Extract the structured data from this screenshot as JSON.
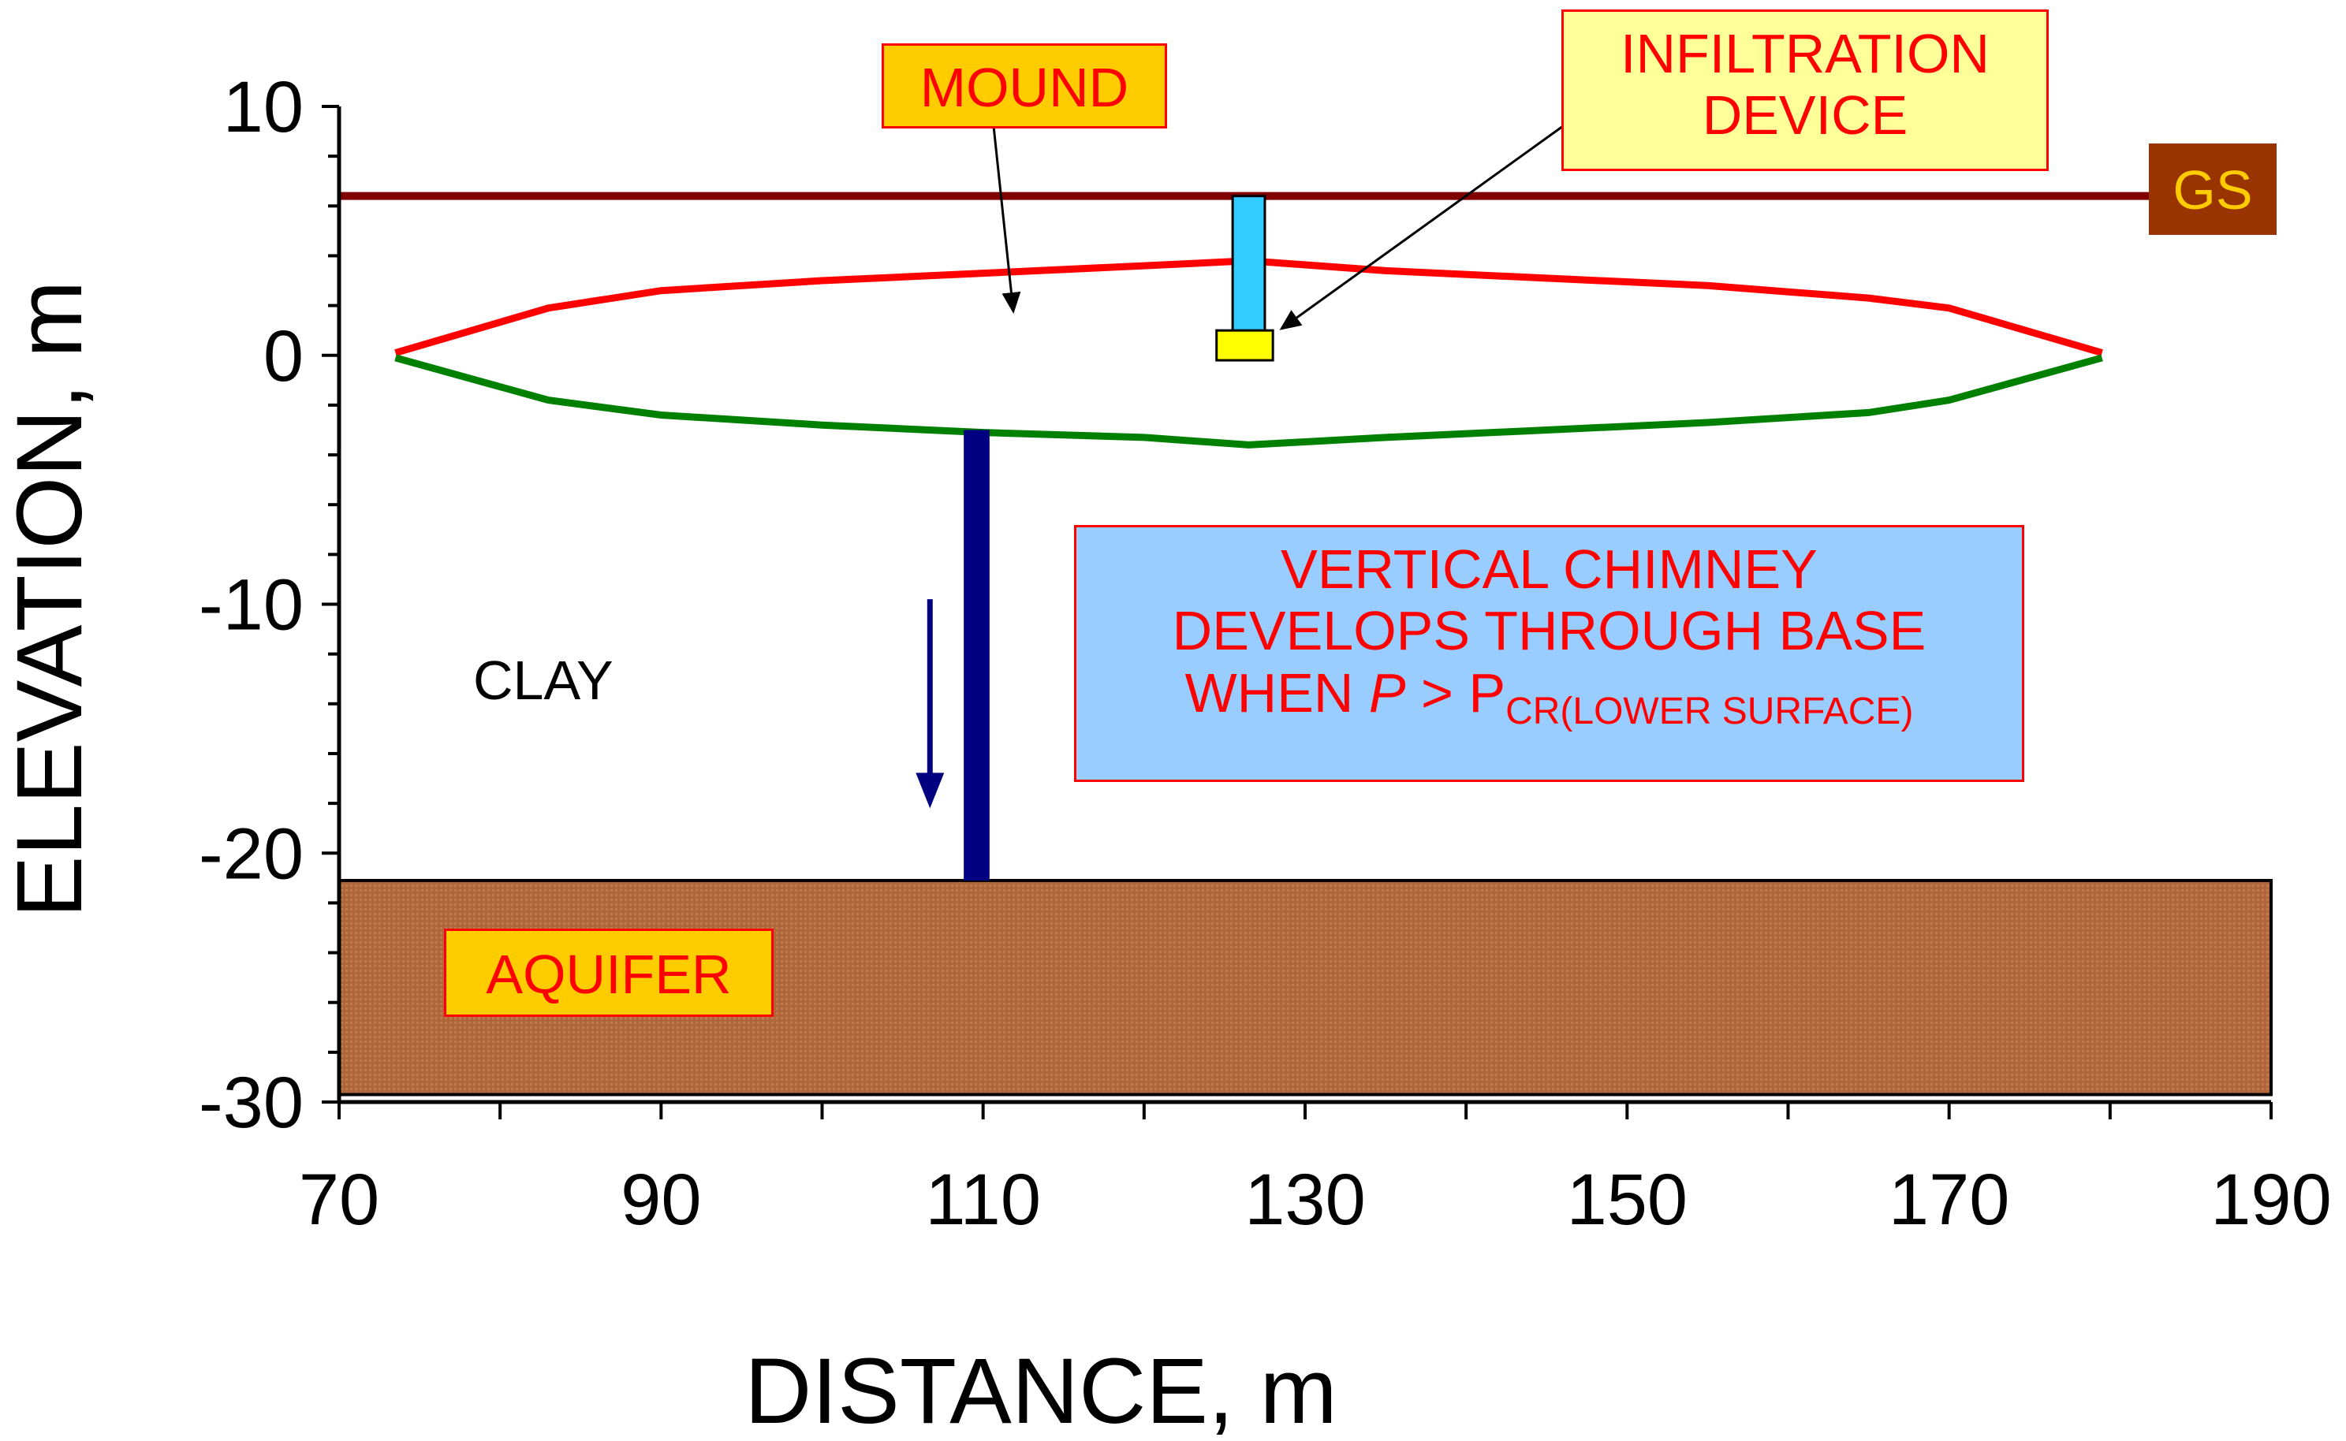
{
  "chart_data": {
    "type": "line",
    "xlabel": "DISTANCE, m",
    "ylabel": "ELEVATION, m",
    "xlim": [
      70,
      190
    ],
    "ylim": [
      -30,
      10
    ],
    "x_ticks": [
      "70",
      "90",
      "110",
      "130",
      "150",
      "170",
      "190"
    ],
    "y_ticks": [
      "10",
      "0",
      "-10",
      "-20",
      "-30"
    ],
    "series": [
      {
        "color": "#ff0000",
        "x": [
          73.5,
          83,
          90,
          100,
          110,
          120,
          126.5,
          135,
          145,
          155,
          165,
          170,
          179.5
        ],
        "y": [
          0.1,
          1.9,
          2.6,
          3.0,
          3.3,
          3.6,
          3.8,
          3.4,
          3.1,
          2.8,
          2.3,
          1.9,
          0.1
        ]
      },
      {
        "color": "#008000",
        "x": [
          73.5,
          83,
          90,
          100,
          110,
          120,
          126.5,
          135,
          145,
          155,
          165,
          170,
          179.5
        ],
        "y": [
          -0.1,
          -1.8,
          -2.4,
          -2.8,
          -3.1,
          -3.3,
          -3.6,
          -3.3,
          -3.0,
          -2.7,
          -2.3,
          -1.8,
          -0.1
        ]
      }
    ],
    "features": {
      "ground_surface": {
        "y": 6.4,
        "color": "#800000"
      },
      "infiltration_column": {
        "x": [
          125.5,
          127.5
        ],
        "y": [
          0.9,
          6.4
        ],
        "color": "#33ccff"
      },
      "infiltration_device": {
        "x": [
          124.5,
          128
        ],
        "y": [
          -0.2,
          1.0
        ],
        "color": "#ffff00"
      },
      "chimney": {
        "x": [
          108.8,
          110.4
        ],
        "y": [
          -21.1,
          -3.0
        ],
        "color": "#000080"
      },
      "aquifer": {
        "x": [
          70,
          190
        ],
        "y": [
          -29.7,
          -21.1
        ],
        "color": "#b0663b"
      },
      "flow_arrow": {
        "x": 106.7,
        "y": [
          -9.8,
          -18.2
        ],
        "color": "#000080"
      }
    },
    "annotations": {
      "mound": "MOUND",
      "infiltration_device": [
        "INFILTRATION",
        "DEVICE"
      ],
      "gs": "GS",
      "chimney_note": {
        "line1": "VERTICAL CHIMNEY",
        "line2": "DEVELOPS THROUGH BASE",
        "line3_prefix": "WHEN ",
        "line3_symbol": "P",
        "line3_operator": " > P",
        "line3_subscript": "CR(LOWER SURFACE)"
      },
      "clay": "CLAY",
      "aquifer": "AQUIFER"
    }
  }
}
